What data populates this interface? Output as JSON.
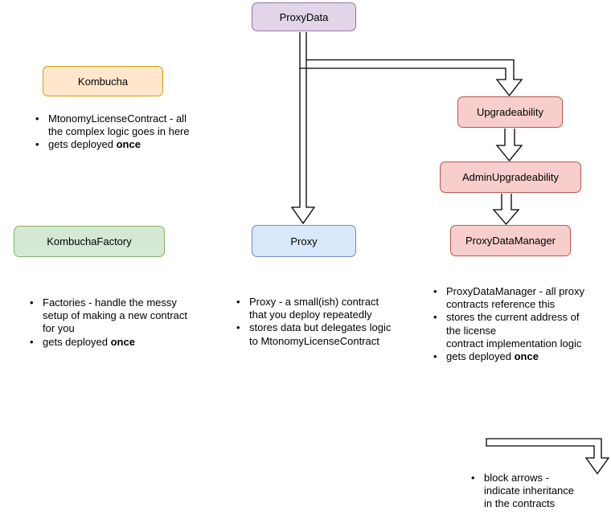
{
  "diagram": {
    "nodes": {
      "proxydata": {
        "label": "ProxyData",
        "fill": "#E1D5E7",
        "stroke": "#9673A6"
      },
      "kombucha": {
        "label": "Kombucha",
        "fill": "#FFE6CC",
        "stroke": "#D79B00"
      },
      "upgradeability": {
        "label": "Upgradeability",
        "fill": "#F8CECC",
        "stroke": "#B85450"
      },
      "admin_upgradeability": {
        "label": "AdminUpgradeability",
        "fill": "#F8CECC",
        "stroke": "#B85450"
      },
      "proxydatamanager": {
        "label": "ProxyDataManager",
        "fill": "#F8CECC",
        "stroke": "#B85450"
      },
      "kombucha_factory": {
        "label": "KombuchaFactory",
        "fill": "#D5E8D4",
        "stroke": "#82B366"
      },
      "proxy": {
        "label": "Proxy",
        "fill": "#DAE8FC",
        "stroke": "#6C8EBF"
      }
    },
    "notes": {
      "kombucha": {
        "items": [
          {
            "text": "MtonomyLicenseContract - all\nthe complex logic goes in here"
          },
          {
            "text": "gets deployed ",
            "bold": "once"
          }
        ]
      },
      "kombucha_factory": {
        "items": [
          {
            "text": "Factories - handle the messy\nsetup of making a new contract\nfor you"
          },
          {
            "text": "gets deployed ",
            "bold": "once"
          }
        ]
      },
      "proxy": {
        "items": [
          {
            "text": "Proxy - a small(ish) contract\nthat you deploy repeatedly"
          },
          {
            "text": "stores data but delegates logic\nto MtonomyLicenseContract"
          }
        ]
      },
      "proxydatamanager": {
        "items": [
          {
            "text": "ProxyDataManager - all proxy\ncontracts reference this"
          },
          {
            "text": "stores the current address of\nthe license\ncontract implementation logic"
          },
          {
            "text": "gets deployed ",
            "bold": "once"
          }
        ]
      },
      "legend": {
        "items": [
          {
            "text": "block arrows -\nindicate inheritance\nin the contracts"
          }
        ]
      }
    },
    "arrow_color": "#000000",
    "background_color": "#FFFFFF"
  }
}
